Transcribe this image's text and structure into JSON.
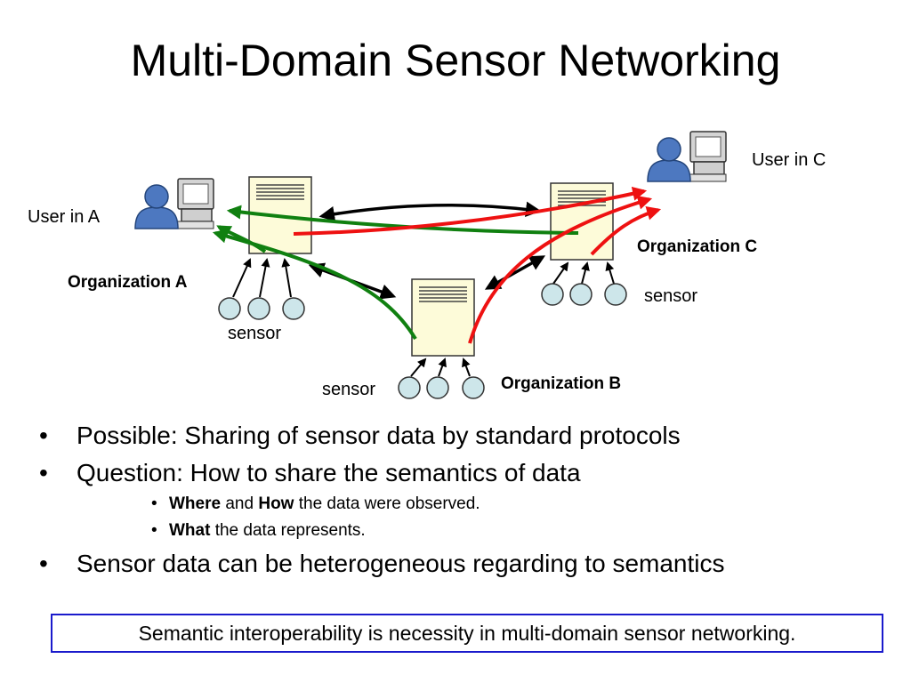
{
  "title": "Multi-Domain Sensor Networking",
  "diagram": {
    "users": {
      "a": "User in A",
      "c": "User in C"
    },
    "organizations": {
      "a": "Organization A",
      "b": "Organization B",
      "c": "Organization C"
    },
    "sensor_labels": {
      "a": "sensor",
      "b": "sensor",
      "c": "sensor"
    },
    "colors": {
      "flow_to_a": "#108010",
      "flow_to_c": "#ee1111",
      "link": "#000000",
      "sensor_fill": "#cde6ea",
      "server_fill": "#fdfbd9",
      "user_body": "#4d78c0"
    }
  },
  "bullets": [
    {
      "text": "Possible: Sharing of sensor data by standard protocols"
    },
    {
      "text": "Question: How to share the semantics of data",
      "sub": [
        {
          "parts": [
            {
              "b": "Where"
            },
            {
              "t": " and "
            },
            {
              "b": "How"
            },
            {
              "t": " the data were observed."
            }
          ]
        },
        {
          "parts": [
            {
              "b": "What"
            },
            {
              "t": " the data represents."
            }
          ]
        }
      ]
    },
    {
      "text": "Sensor data can be heterogeneous regarding to semantics"
    }
  ],
  "summary": "Semantic interoperability is necessity in multi-domain sensor networking."
}
